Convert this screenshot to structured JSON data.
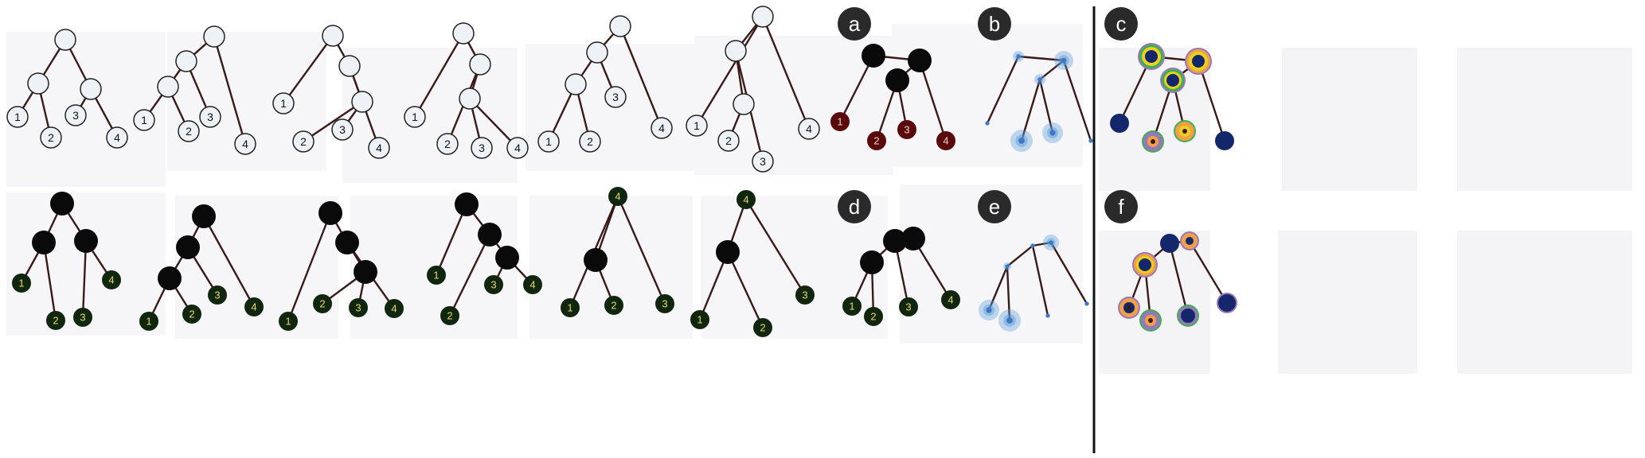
{
  "colors": {
    "edge": "#3a1a18",
    "panel_bg": "#f6f5f8",
    "node_white": "#eef1f6",
    "node_black": "#0a0a0a",
    "leaf_green": "#10260e",
    "leaf_label_yellow": "#e9d86a",
    "leaf_maroon": "#5a0a0a",
    "leaf_label_maroon": "#f0d0d0",
    "blue_glow": "#5f9fd8",
    "blue_core": "#3f78c8",
    "navy": "#13276a",
    "ring_yellow": "#ecd01e",
    "ring_green": "#3fae54",
    "ring_orange": "#f0a046",
    "ring_purple": "#9878ba",
    "badge": "#2a2a2a",
    "divider": "#111111"
  },
  "panel_labels": [
    "a",
    "b",
    "c",
    "d",
    "e",
    "f"
  ],
  "leaf_labels": [
    "1",
    "2",
    "3",
    "4"
  ]
}
